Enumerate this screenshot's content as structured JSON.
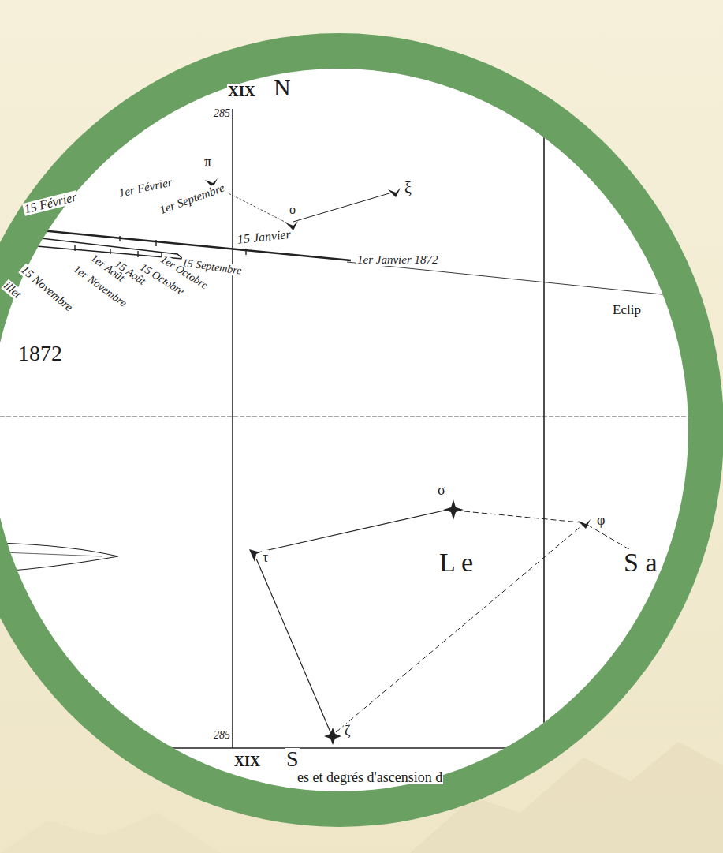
{
  "diagram": {
    "labels": [
      "XIX",
      "N",
      "285",
      "π",
      "ξ",
      "o",
      "15 Février",
      "1er Février",
      "1er Septembre",
      "15 Janvier",
      "1er Janvier 1872",
      "15 Septembre",
      "1er Octobre",
      "15 Octobre",
      "15 Août",
      "1er Août",
      "1er Novembre",
      "15 Novembre",
      "illet",
      "1872",
      "Eclip",
      "σ",
      "φ",
      "τ",
      "ζ",
      "L e",
      "S a",
      "285",
      "XIX",
      "S",
      "es et degrés d'ascension d"
    ]
  }
}
